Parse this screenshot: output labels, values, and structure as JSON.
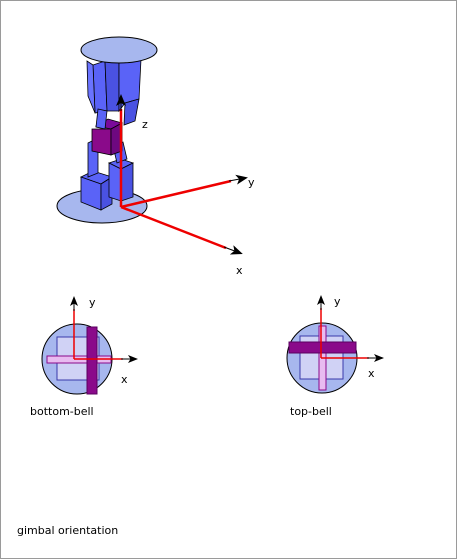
{
  "figure": {
    "caption": "gimbal orientation"
  },
  "assembly_3d": {
    "axis_labels": {
      "z": "z",
      "y": "y",
      "x": "x"
    }
  },
  "bottom_bell": {
    "label": "bottom-bell",
    "axis_labels": {
      "y": "y",
      "x": "x"
    }
  },
  "top_bell": {
    "label": "top-bell",
    "axis_labels": {
      "y": "y",
      "x": "x"
    }
  },
  "colors": {
    "body_blue": "#5a63f7",
    "plate_blue": "#a7b7ee",
    "gimbal_purple": "#8a0a8a",
    "pale_lavender": "#d7c7ef",
    "axis_red": "#ee0000",
    "arrow_black": "#000000"
  }
}
